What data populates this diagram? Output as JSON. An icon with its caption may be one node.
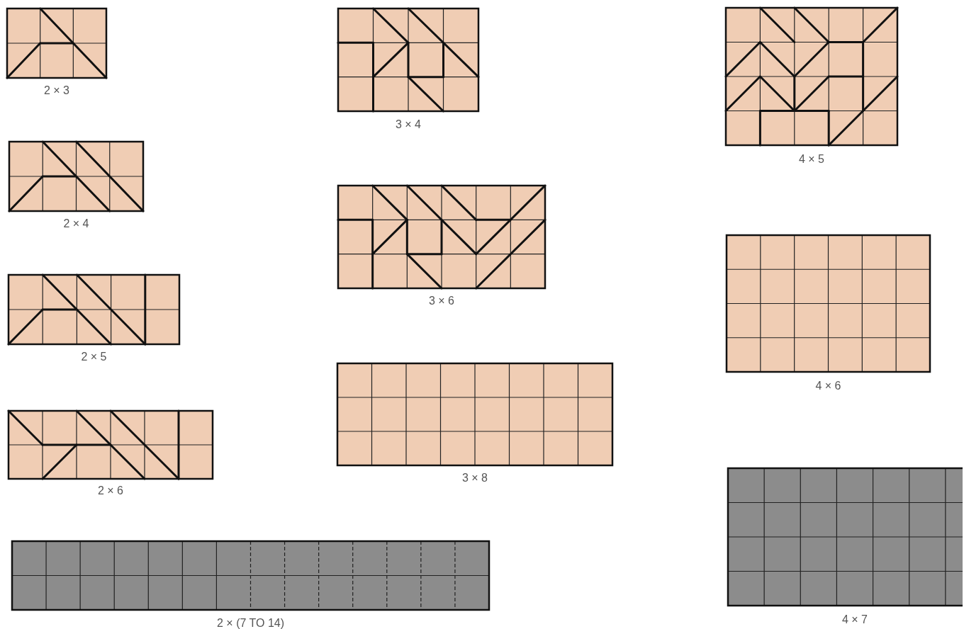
{
  "diagram": {
    "labels": [
      "2 × 3",
      "2 × 4",
      "2 × 5",
      "2 × 6",
      "2 × (7 TO 14)",
      "3 × 4",
      "3 × 6",
      "3 × 8",
      "4 × 5",
      "4 × 6",
      "4 × 7"
    ]
  }
}
